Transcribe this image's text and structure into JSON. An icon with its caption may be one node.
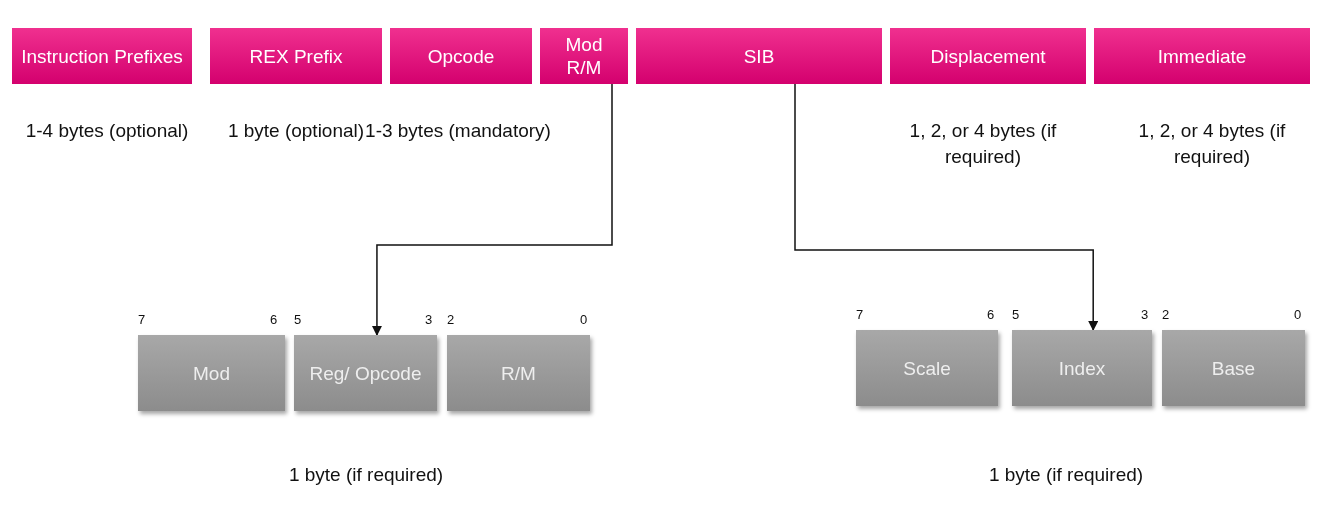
{
  "diagram": {
    "nodes": [
      {
        "text": [
          "Instruction Prefixes"
        ],
        "beside": [
          "1-4 bytes (optional)"
        ]
      },
      {
        "text": [
          "REX Prefix"
        ],
        "beside": [
          "1 byte (optional)"
        ]
      },
      {
        "text": [
          "Opcode"
        ],
        "beside": [
          "1-3 bytes (mandatory)"
        ]
      },
      {
        "text": [
          "Mod R/M"
        ]
      },
      {
        "text": [
          "SIB"
        ]
      },
      {
        "text": [
          "Displacement"
        ],
        "beside": [
          "1, 2, or 4 bytes (if required)"
        ]
      },
      {
        "text": [
          "Immediate"
        ],
        "beside": [
          "1, 2, or 4 bytes (if required)"
        ]
      },
      {
        "text": [
          "Mod"
        ]
      },
      {
        "text": [
          "Reg/ Opcode"
        ]
      },
      {
        "text": [
          "R/M"
        ]
      },
      {
        "text": [
          "Scale"
        ]
      },
      {
        "text": [
          "Index"
        ]
      },
      {
        "text": [
          "Base"
        ]
      }
    ],
    "edges": [
      {
        "from": 3,
        "to": 8,
        "arrow": "to"
      },
      {
        "from": 4,
        "to": 11,
        "arrow": "to"
      }
    ],
    "labels": [
      "7",
      "6",
      "5",
      "3",
      "2",
      "0",
      "7",
      "6",
      "5",
      "3",
      "2",
      "0",
      "1 byte (if required)",
      "1 byte (if required)"
    ]
  }
}
